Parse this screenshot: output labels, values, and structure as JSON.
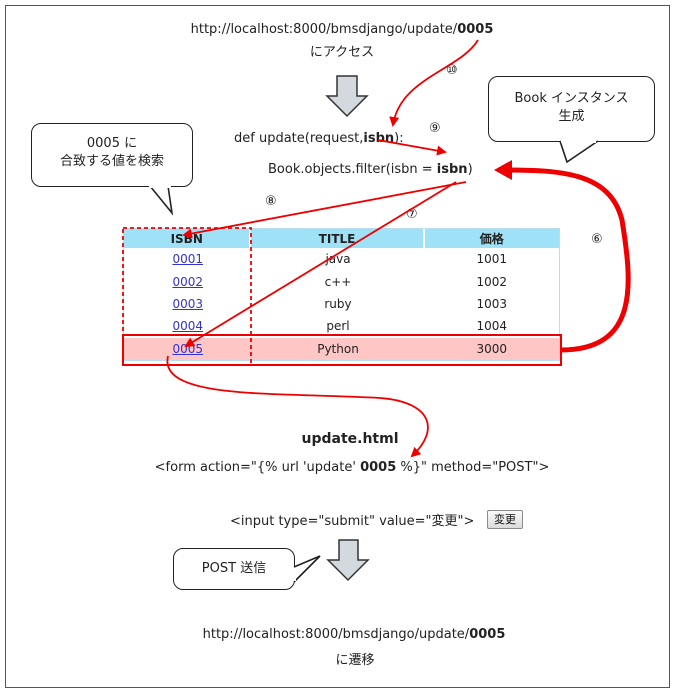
{
  "top": {
    "url_prefix": "http://localhost:8000/bmsdjango/update/",
    "url_id": "0005",
    "access_text": "にアクセス"
  },
  "view": {
    "def_prefix": "def update(request,",
    "def_param": "isbn",
    "def_suffix": "):",
    "filter_prefix": "Book.objects.filter(isbn = ",
    "filter_param": "isbn",
    "filter_suffix": ")"
  },
  "callouts": {
    "left_line1": "0005 に",
    "left_line2": "合致する値を検索",
    "right_line1": "Book インスタンス",
    "right_line2": "生成",
    "post": "POST 送信"
  },
  "steps": {
    "s6": "⑥",
    "s7": "⑦",
    "s8": "⑧",
    "s9": "⑨",
    "s10": "⑩"
  },
  "table": {
    "headers": [
      "ISBN",
      "TITLE",
      "価格"
    ],
    "rows": [
      {
        "isbn": "0001",
        "title": "java",
        "price": "1001"
      },
      {
        "isbn": "0002",
        "title": "c++",
        "price": "1002"
      },
      {
        "isbn": "0003",
        "title": "ruby",
        "price": "1003"
      },
      {
        "isbn": "0004",
        "title": "perl",
        "price": "1004"
      },
      {
        "isbn": "0005",
        "title": "Python",
        "price": "3000"
      }
    ]
  },
  "template": {
    "filename": "update.html",
    "form_prefix": "<form action=\"{% url 'update' ",
    "form_id": "0005",
    "form_suffix": " %}\" method=\"POST\">",
    "input_text": "<input type=\"submit\" value=\"変更\">",
    "button_label": "変更"
  },
  "bottom": {
    "url_prefix": "http://localhost:8000/bmsdjango/update/",
    "url_id": "0005",
    "transition_text": "に遷移"
  },
  "colors": {
    "accent_red": "#ee0000",
    "header_blue": "#9fe2f8",
    "highlight_pink": "#ffc6c6",
    "arrow_gray": "#d3d9df"
  }
}
